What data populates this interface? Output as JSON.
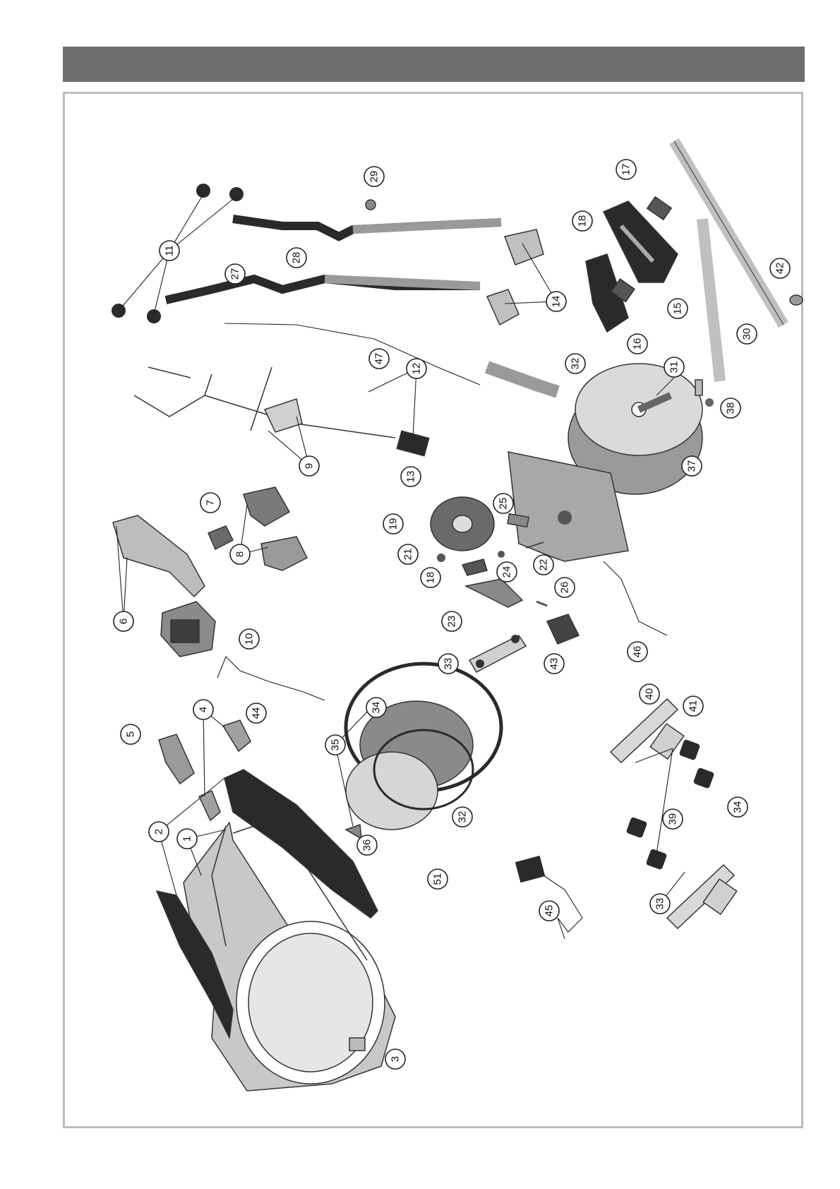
{
  "header": {
    "title": ""
  },
  "diagram": {
    "callouts": [
      {
        "id": "c1",
        "label": "1"
      },
      {
        "id": "c2",
        "label": "2"
      },
      {
        "id": "c3",
        "label": "3"
      },
      {
        "id": "c4",
        "label": "4"
      },
      {
        "id": "c5",
        "label": "5"
      },
      {
        "id": "c6",
        "label": "6"
      },
      {
        "id": "c7",
        "label": "7"
      },
      {
        "id": "c8",
        "label": "8"
      },
      {
        "id": "c9",
        "label": "9"
      },
      {
        "id": "c10",
        "label": "10"
      },
      {
        "id": "c11",
        "label": "11"
      },
      {
        "id": "c12",
        "label": "12"
      },
      {
        "id": "c13",
        "label": "13"
      },
      {
        "id": "c14",
        "label": "14"
      },
      {
        "id": "c15",
        "label": "15"
      },
      {
        "id": "c16",
        "label": "16"
      },
      {
        "id": "c17",
        "label": "17"
      },
      {
        "id": "c18a",
        "label": "18"
      },
      {
        "id": "c18b",
        "label": "18"
      },
      {
        "id": "c19",
        "label": "19"
      },
      {
        "id": "c21",
        "label": "21"
      },
      {
        "id": "c22",
        "label": "22"
      },
      {
        "id": "c23",
        "label": "23"
      },
      {
        "id": "c24",
        "label": "24"
      },
      {
        "id": "c25",
        "label": "25"
      },
      {
        "id": "c26",
        "label": "26"
      },
      {
        "id": "c27",
        "label": "27"
      },
      {
        "id": "c28",
        "label": "28"
      },
      {
        "id": "c29",
        "label": "29"
      },
      {
        "id": "c30",
        "label": "30"
      },
      {
        "id": "c31",
        "label": "31"
      },
      {
        "id": "c32a",
        "label": "32"
      },
      {
        "id": "c32b",
        "label": "32"
      },
      {
        "id": "c33a",
        "label": "33"
      },
      {
        "id": "c33b",
        "label": "33"
      },
      {
        "id": "c34a",
        "label": "34"
      },
      {
        "id": "c34b",
        "label": "34"
      },
      {
        "id": "c35",
        "label": "35"
      },
      {
        "id": "c36",
        "label": "36"
      },
      {
        "id": "c37",
        "label": "37"
      },
      {
        "id": "c38",
        "label": "38"
      },
      {
        "id": "c39",
        "label": "39"
      },
      {
        "id": "c40",
        "label": "40"
      },
      {
        "id": "c41",
        "label": "41"
      },
      {
        "id": "c42",
        "label": "42"
      },
      {
        "id": "c43",
        "label": "43"
      },
      {
        "id": "c44",
        "label": "44"
      },
      {
        "id": "c45",
        "label": "45"
      },
      {
        "id": "c46",
        "label": "46"
      },
      {
        "id": "c47",
        "label": "47"
      },
      {
        "id": "c51",
        "label": "51"
      }
    ]
  },
  "colors": {
    "header": "#6e6e6e",
    "frame_border": "#bdbdbd",
    "part_dark": "#2a2a2a",
    "part_mid": "#8a8a8a",
    "part_light": "#d6d6d6"
  }
}
